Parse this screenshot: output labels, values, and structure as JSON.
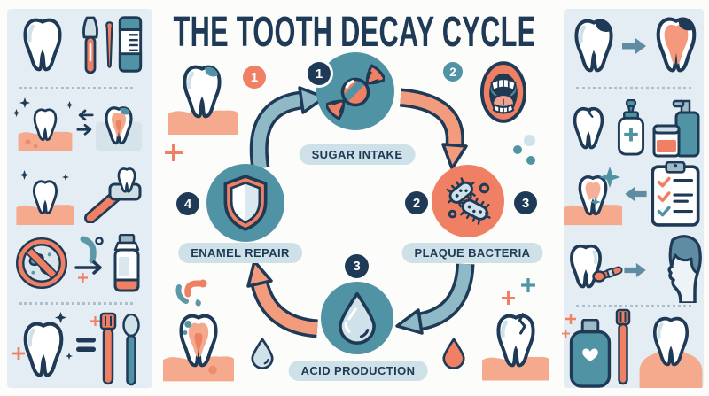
{
  "title": "THE TOOTH DECAY CYCLE",
  "cycle": {
    "steps": [
      {
        "num": "1",
        "label": "SUGAR INTAKE",
        "icon": "candy-icon",
        "circle_color": "teal"
      },
      {
        "num": "2",
        "label": "PLAQUE BACTERIA",
        "icon": "bacteria-icon",
        "circle_color": "coral"
      },
      {
        "num": "3",
        "label": "ACID PRODUCTION",
        "icon": "water-drop-icon",
        "circle_color": "teal"
      },
      {
        "num": "4",
        "label": "ENAMEL REPAIR",
        "icon": "shield-icon",
        "circle_color": "teal"
      }
    ],
    "duplicate_badge_num": "3"
  },
  "markers": {
    "decayed_tooth": "1",
    "open_mouth": "2"
  },
  "colors": {
    "bg": "#fcfcfa",
    "strip": "#e4edf3",
    "navy": "#1e3a56",
    "teal": "#4f93a4",
    "coral": "#f08063",
    "gum": "#f5a98d",
    "lightblue": "#cfe2ea",
    "slate": "#5f8ca3",
    "arrow_teal": "#8fb9c6",
    "arrow_coral": "#f29b7d",
    "pill": "#cfe1e8"
  }
}
